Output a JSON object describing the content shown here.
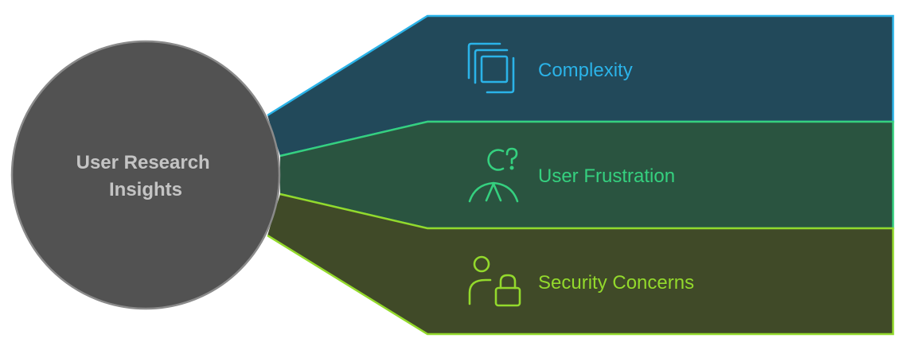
{
  "hub": {
    "lines": [
      "User Research",
      "Insights"
    ],
    "fill": "#525252",
    "stroke": "#8a8a8a",
    "text_color": "#c4c4c4"
  },
  "branches": [
    {
      "label": "Complexity",
      "icon": "overlapping-squares-icon",
      "accent": "#2bb3e8",
      "fill": "#22495a"
    },
    {
      "label": "User Frustration",
      "icon": "confused-person-icon",
      "accent": "#35d07f",
      "fill": "#2a5440"
    },
    {
      "label": "Security Concerns",
      "icon": "person-lock-icon",
      "accent": "#93d92c",
      "fill": "#404a28"
    }
  ]
}
